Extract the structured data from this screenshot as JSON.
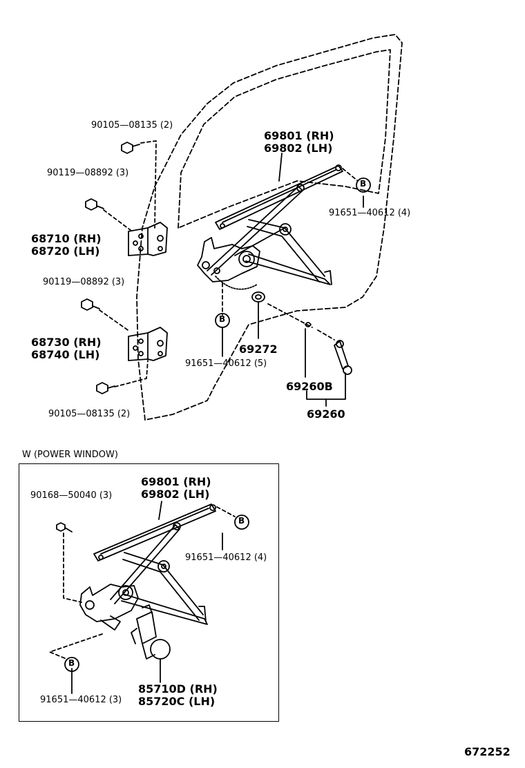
{
  "labels": {
    "bolt_top": "90105—08135 (2)",
    "bolt_upper_hinge": "90119—08892 (3)",
    "hinge_upper_rh": "68710 (RH)",
    "hinge_upper_lh": "68720 (LH)",
    "bolt_lower_hinge": "90119—08892 (3)",
    "hinge_lower_rh": "68730 (RH)",
    "hinge_lower_lh": "68740 (LH)",
    "bolt_bottom": "90105—08135 (2)",
    "regulator_rh": "69801 (RH)",
    "regulator_lh": "69802 (LH)",
    "rivet_right": "91651—40612 (4)",
    "rivet_lower": "91651—40612 (5)",
    "washer": "69272",
    "handle_sub": "69260B",
    "handle": "69260",
    "pw_title": "W (POWER  WINDOW)",
    "pw_screw": "90168—50040 (3)",
    "pw_regulator_rh": "69801 (RH)",
    "pw_regulator_lh": "69802 (LH)",
    "pw_rivet_right": "91651—40612 (4)",
    "pw_rivet_lower": "91651—40612 (3)",
    "pw_motor_rh": "85710D (RH)",
    "pw_motor_lh": "85720C (LH)",
    "figure_number": "672252"
  },
  "callout_letter": "B"
}
